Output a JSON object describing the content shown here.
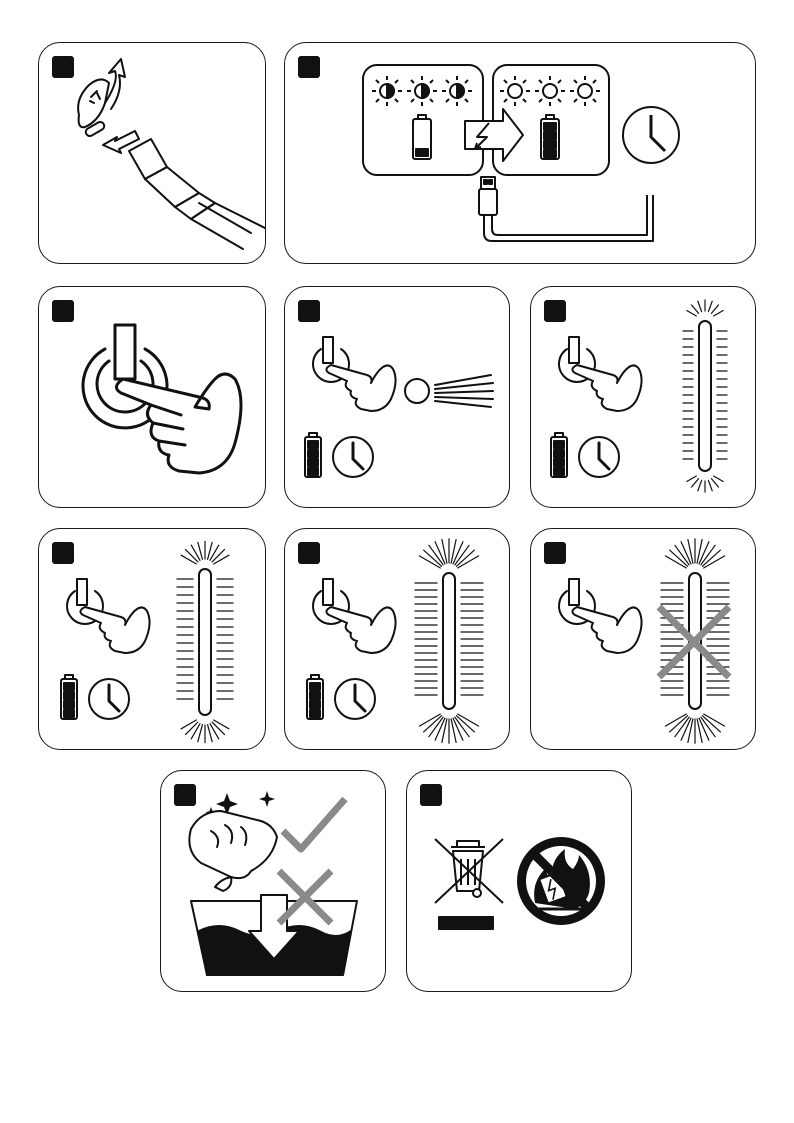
{
  "document": {
    "pages": 1,
    "panels": [
      {
        "id": 1,
        "step_marker": "",
        "icons": [
          "usb-port-cover-icon",
          "open-arrow-icon",
          "usb-c-cable-icon"
        ]
      },
      {
        "id": 2,
        "step_marker": "",
        "icons": [
          "brightness-half-icon",
          "battery-low-icon",
          "charging-arrow-icon",
          "brightness-full-icon",
          "battery-full-icon",
          "clock-icon",
          "usb-plug-icon"
        ]
      },
      {
        "id": 3,
        "step_marker": "",
        "icons": [
          "power-button-icon",
          "pressing-hand-icon"
        ]
      },
      {
        "id": 4,
        "step_marker": "",
        "icons": [
          "power-button-icon",
          "pressing-hand-icon",
          "dot-light-icon",
          "battery-full-icon",
          "clock-icon"
        ]
      },
      {
        "id": 5,
        "step_marker": "",
        "icons": [
          "power-button-icon",
          "pressing-hand-icon",
          "light-bar-dim-icon",
          "battery-full-icon",
          "clock-icon"
        ]
      },
      {
        "id": 6,
        "step_marker": "",
        "icons": [
          "power-button-icon",
          "pressing-hand-icon",
          "light-bar-medium-icon",
          "battery-full-icon",
          "clock-icon"
        ]
      },
      {
        "id": 7,
        "step_marker": "",
        "icons": [
          "power-button-icon",
          "pressing-hand-icon",
          "light-bar-bright-icon",
          "battery-full-icon",
          "clock-icon"
        ]
      },
      {
        "id": 8,
        "step_marker": "",
        "icons": [
          "power-button-icon",
          "pressing-hand-icon",
          "light-bar-bright-icon",
          "cross-icon"
        ]
      },
      {
        "id": 9,
        "step_marker": "",
        "icons": [
          "cleaning-cloth-hand-icon",
          "sparkle-icon",
          "check-icon",
          "water-basin-icon",
          "cross-icon"
        ]
      },
      {
        "id": 10,
        "step_marker": "",
        "icons": [
          "crossed-bin-weee-icon",
          "no-fire-battery-icon"
        ]
      }
    ]
  },
  "colors": {
    "ink": "#111111",
    "grey_mark": "#8a8a8a",
    "background": "#ffffff"
  }
}
